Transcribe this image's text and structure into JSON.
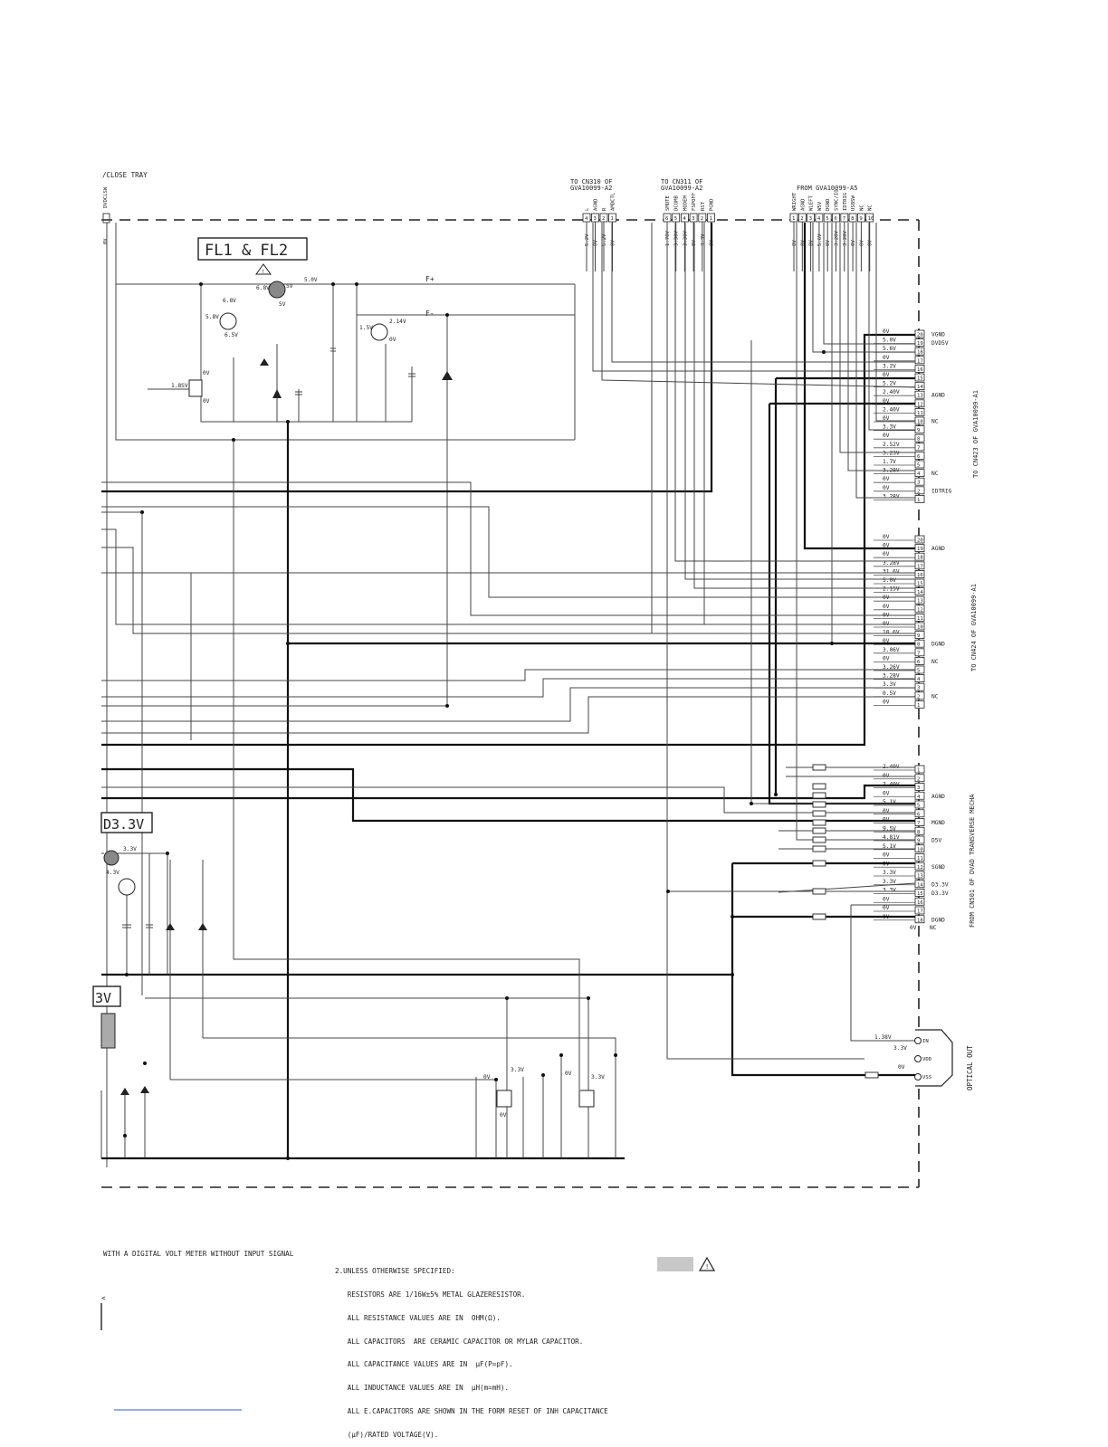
{
  "top_left_label": "/CLOSE TRAY",
  "top_left_pin": "DVDCLSW",
  "top_left_voltage": "0V",
  "box_fl": "FL1 & FL2",
  "box_d33": "D3.3V",
  "box_3v": "3V",
  "label_fplus": "F+",
  "label_fminus": "F-",
  "label_5v_line": "5.0V",
  "conn_cn310": {
    "line1": "TO CN310 OF",
    "line2": "GVA10099-A2",
    "pins": [
      "L",
      "AGND",
      "R",
      "AMDCTL"
    ],
    "nums": [
      "4",
      "3",
      "2",
      "1"
    ],
    "volts": [
      "5.2V",
      "0V",
      "5.2V",
      "0V"
    ]
  },
  "conn_cn311": {
    "line1": "TO CN311 OF",
    "line2": "GVA10099-A2",
    "pins": [
      "SMUTE",
      "DCOMB",
      "MODEM",
      "FSPOFF",
      "RST",
      "PGND"
    ],
    "nums": [
      "6",
      "5",
      "4",
      "3",
      "2",
      "1"
    ],
    "volts": [
      "1.70V",
      "3.30V",
      "3.30V",
      "0V",
      "3.3V",
      "0V"
    ]
  },
  "conn_a5": {
    "line1": "FROM GVA10099-A5",
    "pins": [
      "WRIGHT",
      "AGND",
      "WLEFT",
      "W5V",
      "DGND",
      "SYNC/IO",
      "IDTRIG",
      "USBSW",
      "NC",
      "NC"
    ],
    "nums": [
      "1",
      "2",
      "3",
      "4",
      "5",
      "6",
      "7",
      "8",
      "9",
      "10"
    ],
    "volts": [
      "0V",
      "0V",
      "0V",
      "5.6V",
      "0V",
      "3.28V",
      "3.28V",
      "0V",
      "0V",
      "0V"
    ]
  },
  "cn423": {
    "title": "TO CN423 OF GVA10099-A1",
    "pins": [
      "20",
      "19",
      "18",
      "17",
      "16",
      "15",
      "14",
      "13",
      "12",
      "11",
      "10",
      "9",
      "8",
      "7",
      "6",
      "5",
      "4",
      "3",
      "2",
      "1"
    ],
    "volts": [
      "0V",
      "5.0V",
      "5.6V",
      "0V",
      "3.2V",
      "0V",
      "5.2V",
      "2.40V",
      "0V",
      "2.40V",
      "0V",
      "3.3V",
      "0V",
      "2.52V",
      "3.23V",
      "1.7V",
      "3.28V",
      "0V",
      "0V",
      "3.28V"
    ],
    "side": [
      "VGND",
      "DVD5V",
      "",
      "",
      "",
      "",
      "",
      "AGND",
      "",
      "",
      "NC",
      "",
      "",
      "",
      "",
      "",
      "NC",
      "",
      "IDTRIG",
      ""
    ]
  },
  "cn424": {
    "title": "TO CN424 OF GVA10099-A1",
    "pins": [
      "20",
      "19",
      "18",
      "17",
      "16",
      "15",
      "14",
      "13",
      "12",
      "11",
      "10",
      "9",
      "8",
      "7",
      "6",
      "5",
      "4",
      "3",
      "2",
      "1"
    ],
    "volts": [
      "0V",
      "0V",
      "0V",
      "3.28V",
      "31.6V",
      "5.0V",
      "2.15V",
      "0V",
      "0V",
      "0V",
      "0V",
      "10.6V",
      "0V",
      "3.06V",
      "0V",
      "3.26V",
      "3.28V",
      "3.3V",
      "0.5V",
      "0V"
    ],
    "side": [
      "",
      "AGND",
      "",
      "",
      "",
      "",
      "",
      "",
      "",
      "",
      "",
      "",
      "DGND",
      "",
      "NC",
      "",
      "",
      "",
      "NC",
      ""
    ]
  },
  "cn501": {
    "title": "FROM CN501 OF DVAD TRANSVERSE MECHA",
    "pins": [
      "1",
      "2",
      "3",
      "4",
      "5",
      "6",
      "7",
      "8",
      "9",
      "10",
      "11",
      "12",
      "13",
      "14",
      "15",
      "16",
      "17",
      "18"
    ],
    "volts": [
      "2.40V",
      "0V",
      "2.40V",
      "0V",
      "5.1V",
      "0V",
      "0V",
      "9.5V",
      "4.81V",
      "5.1V",
      "0V",
      "0V",
      "3.3V",
      "3.3V",
      "3.3V",
      "0V",
      "0V",
      "0V"
    ],
    "side": [
      "",
      "",
      "",
      "AGND",
      "",
      "",
      "MGND",
      "",
      "D5V",
      "",
      "",
      "SGND",
      "",
      "D3.3V",
      "D3.3V",
      "",
      "",
      "DGND"
    ]
  },
  "cn501_extra": "0V",
  "cn501_extra_side": "NC",
  "optical": {
    "title": "OPTICAL OUT",
    "pins": [
      "IN",
      "VDD",
      "VSS"
    ],
    "volts": [
      "1.38V",
      "3.3V",
      "0V"
    ]
  },
  "left_area_volts": [
    "6.8V",
    "5.8V",
    "6.5V",
    "1.8SV",
    "0V",
    "0V",
    "6.8V",
    "5V",
    "1.5V",
    "2.14V",
    "0V",
    "5V"
  ],
  "d33_volts": [
    "3.3V",
    "4.3V"
  ],
  "transistor_volts": [
    "0V",
    "3.3V",
    "0V",
    "0V",
    "3.3V"
  ],
  "note_left": "WITH A DIGITAL VOLT METER WITHOUT INPUT SIGNAL",
  "note_right": [
    "2.UNLESS OTHERWISE SPECIFIED:",
    "   RESISTORS ARE 1/16W±5% METAL GLAZERESISTOR.",
    "   ALL RESISTANCE VALUES ARE IN  OHM(Ω).",
    "   ALL CAPACITORS  ARE CERAMIC CAPACITOR OR MYLAR CAPACITOR.",
    "   ALL CAPACITANCE VALUES ARE IN  μF(P=pF).",
    "   ALL INDUCTANCE VALUES ARE IN  μH(m=mH).",
    "   ALL E.CAPACITORS ARE SHOWN IN THE FORM RESET OF INH CAPACITANCE",
    "   (μF)/RATED VOLTAGE(V)."
  ],
  "note_left_mark": "<",
  "colors": {
    "ink": "#222222",
    "shade": "#c8c8c8",
    "link": "#3355cc"
  }
}
